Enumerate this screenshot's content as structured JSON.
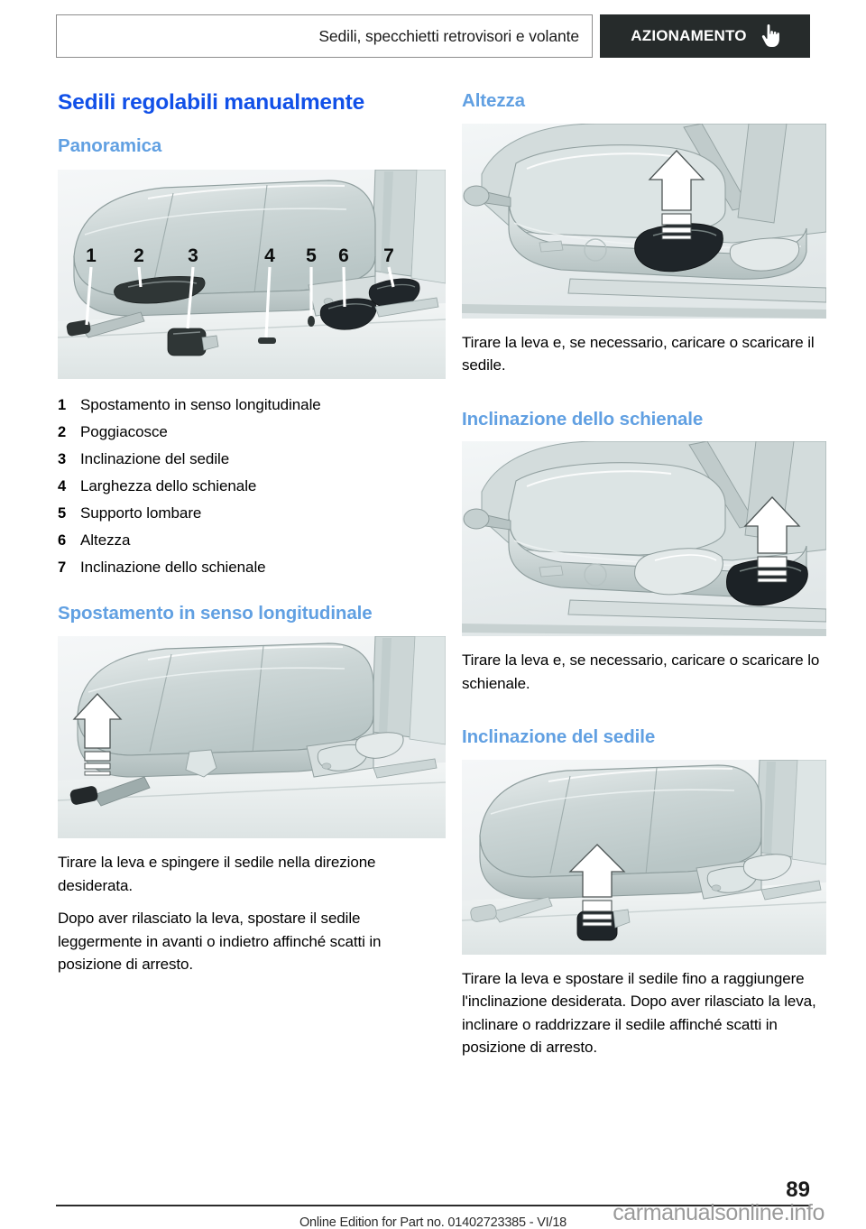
{
  "header": {
    "breadcrumb": "Sedili, specchietti retrovisori e volante",
    "chapter": "AZIONAMENTO",
    "chapter_icon": "pointing-hand-icon"
  },
  "left_column": {
    "title": "Sedili regolabili manualmente",
    "overview_heading": "Panoramica",
    "overview_figure": {
      "alt": "Illustrazione sedile anteriore con comandi numerati da 1 a 7",
      "callouts": [
        "1",
        "2",
        "3",
        "4",
        "5",
        "6",
        "7"
      ]
    },
    "callout_items": [
      {
        "number": "1",
        "label": "Spostamento in senso longitudinale"
      },
      {
        "number": "2",
        "label": "Poggiacosce"
      },
      {
        "number": "3",
        "label": "Inclinazione del sedile"
      },
      {
        "number": "4",
        "label": "Larghezza dello schienale"
      },
      {
        "number": "5",
        "label": "Supporto lombare"
      },
      {
        "number": "6",
        "label": "Altezza"
      },
      {
        "number": "7",
        "label": "Inclinazione dello schienale"
      }
    ],
    "longitudinal_heading": "Spostamento in senso longitudinale",
    "longitudinal_figure": {
      "alt": "Illustrazione leva di spostamento longitudinale con freccia"
    },
    "longitudinal_p1": "Tirare la leva e spingere il sedile nella direzione desiderata.",
    "longitudinal_p2": "Dopo aver rilasciato la leva, spostare il sedile leggermente in avanti o indietro affinché scatti in posizione di arresto."
  },
  "right_column": {
    "height_heading": "Altezza",
    "height_figure": {
      "alt": "Illustrazione leva altezza sedile con freccia verso l'alto"
    },
    "height_text": "Tirare la leva e, se necessario, caricare o scaricare il sedile.",
    "backrest_heading": "Inclinazione dello schienale",
    "backrest_figure": {
      "alt": "Illustrazione leva inclinazione schienale con freccia verso l'alto"
    },
    "backrest_text": "Tirare la leva e, se necessario, caricare o scaricare lo schienale.",
    "seat_tilt_heading": "Inclinazione del sedile",
    "seat_tilt_figure": {
      "alt": "Illustrazione leva inclinazione sedile con freccia verso l'alto"
    },
    "seat_tilt_text": "Tirare la leva e spostare il sedile fino a raggiungere l'inclinazione desiderata. Dopo aver rilasciato la leva, inclinare o raddrizzare il sedile affinché scatti in posizione di arresto."
  },
  "footer": {
    "page_number": "89",
    "edition": "Online Edition for Part no. 01402723385 - VI/18",
    "watermark": "carmanualsonline.info"
  },
  "colors": {
    "title_blue": "#1150e8",
    "section_blue": "#61a0e2",
    "chapter_bar": "#262b2b",
    "text": "#000000",
    "watermark": "#9a9a9a"
  }
}
